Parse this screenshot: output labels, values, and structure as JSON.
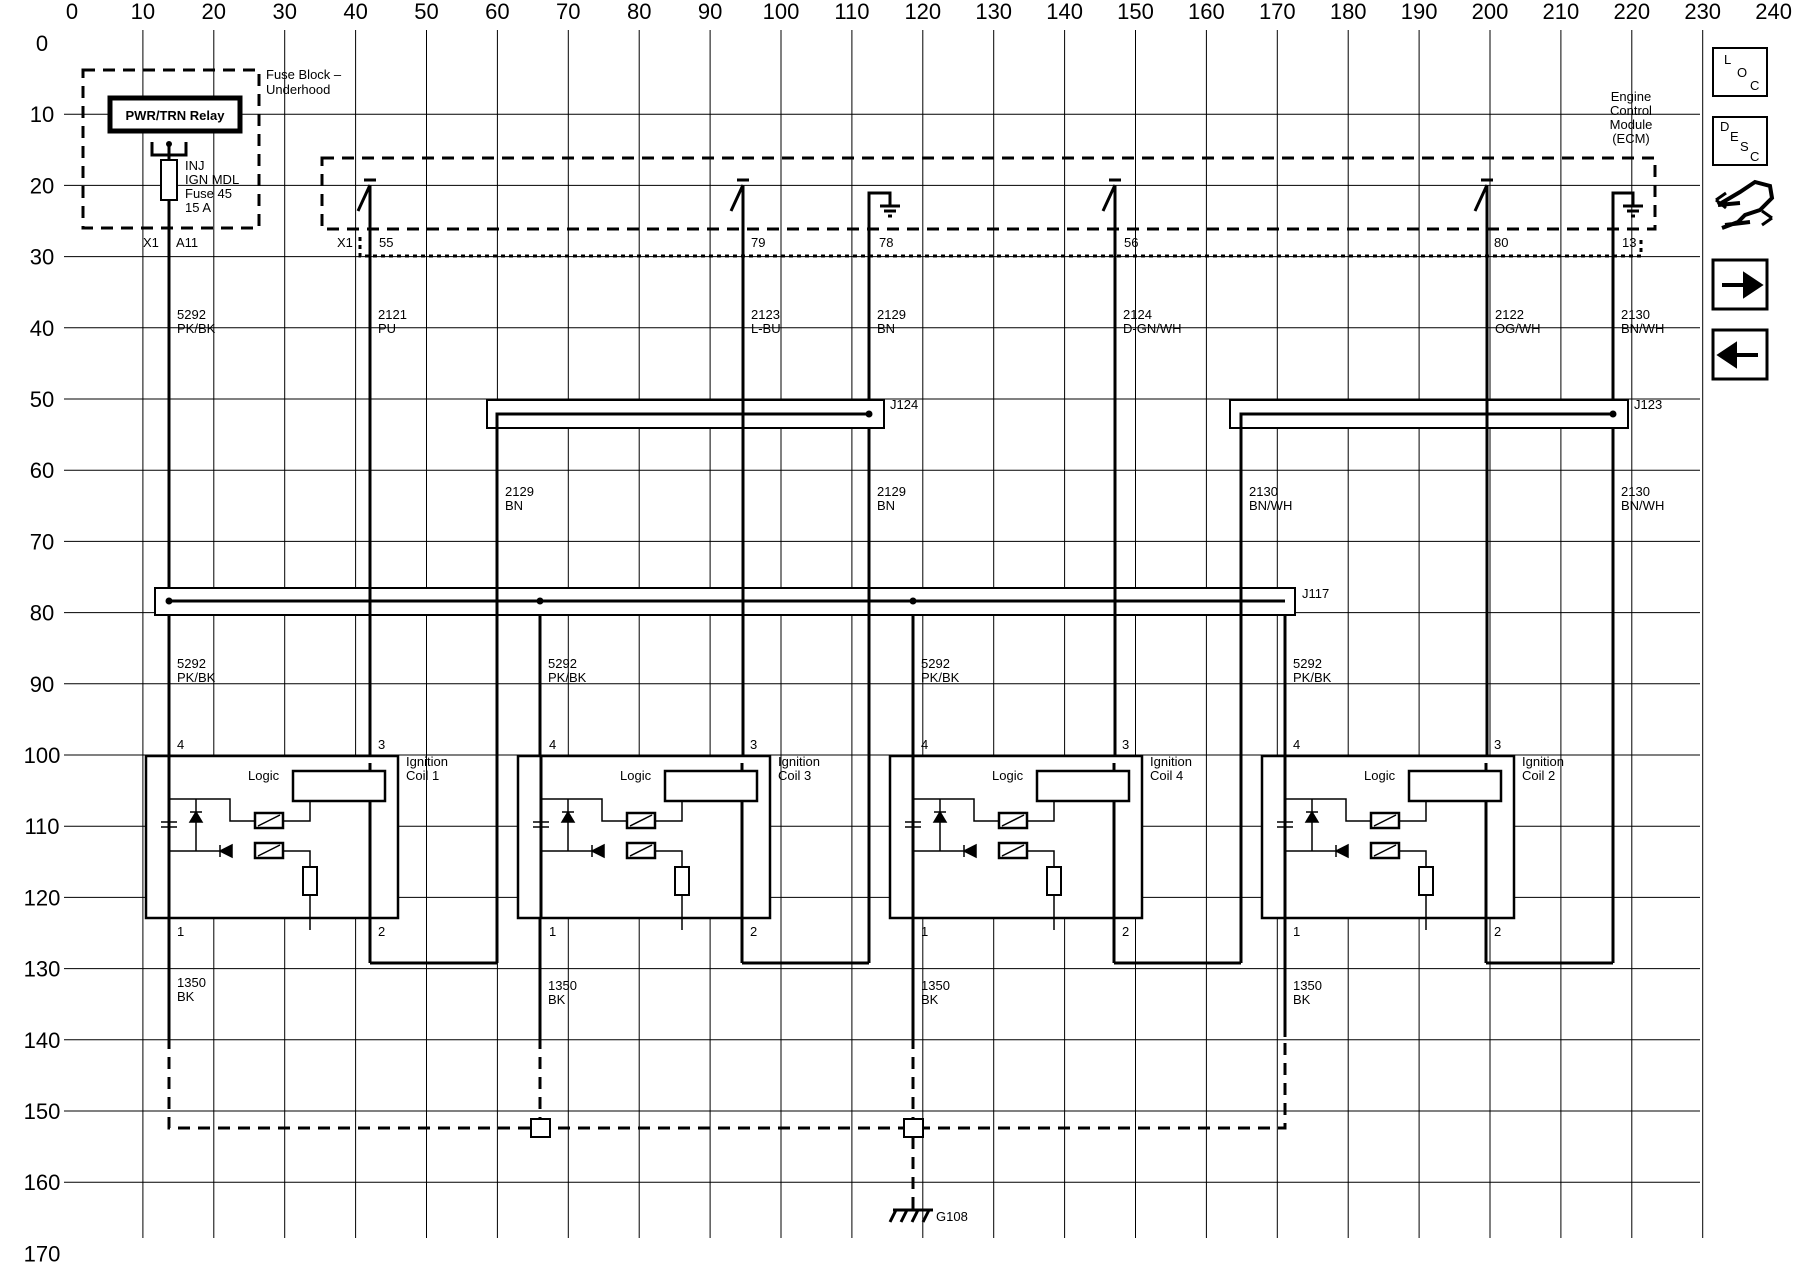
{
  "axes": {
    "x_ticks": [
      "0",
      "10",
      "20",
      "30",
      "40",
      "50",
      "60",
      "70",
      "80",
      "90",
      "100",
      "110",
      "120",
      "130",
      "140",
      "150",
      "160",
      "170",
      "180",
      "190",
      "200",
      "210",
      "220",
      "230",
      "240"
    ],
    "y_ticks": [
      "0",
      "10",
      "20",
      "30",
      "40",
      "50",
      "60",
      "70",
      "80",
      "90",
      "100",
      "110",
      "120",
      "130",
      "140",
      "150",
      "160",
      "170"
    ]
  },
  "fuse_block": {
    "title_line1": "Fuse Block –",
    "title_line2": "Underhood",
    "relay": "PWR/TRN Relay",
    "fuse_line1": "INJ",
    "fuse_line2": "IGN MDL",
    "fuse_line3": "Fuse 45",
    "fuse_line4": "15 A",
    "conn_x1": "X1",
    "conn_a11": "A11"
  },
  "ecm": {
    "line1": "Engine",
    "line2": "Control",
    "line3": "Module",
    "line4": "(ECM)",
    "conn_x1": "X1",
    "pins": [
      "55",
      "79",
      "78",
      "56",
      "80",
      "13"
    ]
  },
  "wires_top": [
    {
      "num": "5292",
      "color": "PK/BK"
    },
    {
      "num": "2121",
      "color": "PU"
    },
    {
      "num": "2123",
      "color": "L-BU"
    },
    {
      "num": "2129",
      "color": "BN"
    },
    {
      "num": "2124",
      "color": "D-GN/WH"
    },
    {
      "num": "2122",
      "color": "OG/WH"
    },
    {
      "num": "2130",
      "color": "BN/WH"
    }
  ],
  "splices": {
    "j124": "J124",
    "j123": "J123",
    "j117": "J117"
  },
  "wires_mid": [
    {
      "num": "2129",
      "color": "BN"
    },
    {
      "num": "2129",
      "color": "BN"
    },
    {
      "num": "2130",
      "color": "BN/WH"
    },
    {
      "num": "2130",
      "color": "BN/WH"
    }
  ],
  "wire_pk": {
    "num": "5292",
    "color": "PK/BK"
  },
  "wire_bk": {
    "num": "1350",
    "color": "BK"
  },
  "coils": [
    {
      "line1": "Ignition",
      "line2": "Coil 1",
      "logic": "Logic",
      "pin4": "4",
      "pin3": "3",
      "pin1": "1",
      "pin2": "2"
    },
    {
      "line1": "Ignition",
      "line2": "Coil 3",
      "logic": "Logic",
      "pin4": "4",
      "pin3": "3",
      "pin1": "1",
      "pin2": "2"
    },
    {
      "line1": "Ignition",
      "line2": "Coil 4",
      "logic": "Logic",
      "pin4": "4",
      "pin3": "3",
      "pin1": "1",
      "pin2": "2"
    },
    {
      "line1": "Ignition",
      "line2": "Coil 2",
      "logic": "Logic",
      "pin4": "4",
      "pin3": "3",
      "pin1": "1",
      "pin2": "2"
    }
  ],
  "ground": "G108",
  "nav": {
    "loc": {
      "a": "L",
      "b": "O",
      "c": "C"
    },
    "desc": {
      "a": "D",
      "b": "E",
      "c": "S",
      "d": "C"
    }
  }
}
